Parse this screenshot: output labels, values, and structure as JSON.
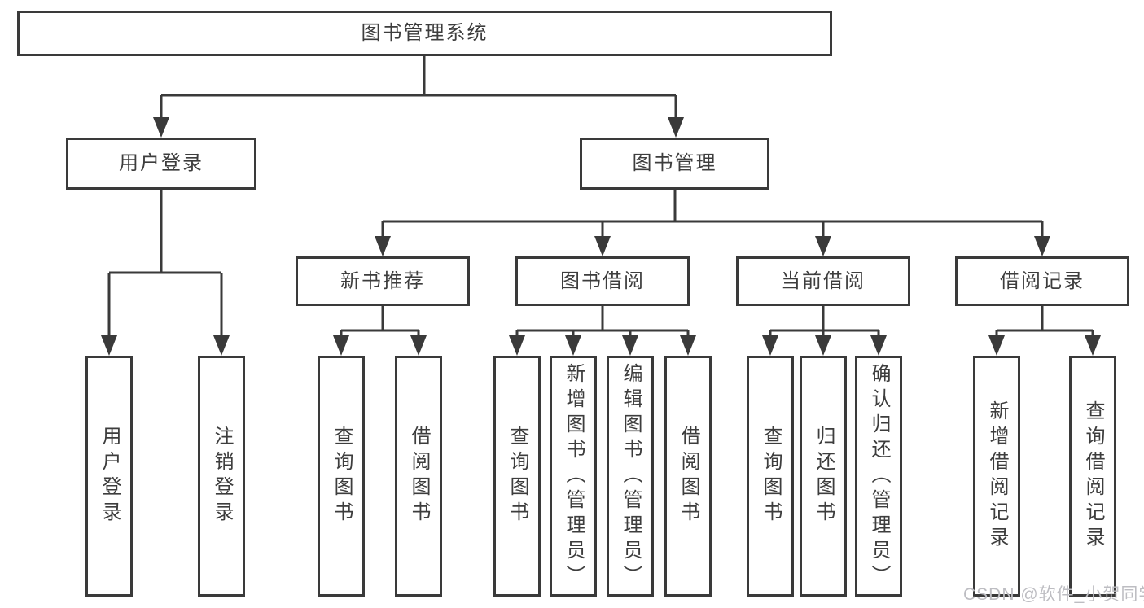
{
  "diagram_type": "function-structure-tree",
  "line_color": "#3a3a3a",
  "tree": {
    "label": "图书管理系统",
    "children": [
      {
        "label": "用户登录",
        "children": [
          {
            "label": "用户登录"
          },
          {
            "label": "注销登录"
          }
        ]
      },
      {
        "label": "图书管理",
        "children": [
          {
            "label": "新书推荐",
            "children": [
              {
                "label": "查询图书"
              },
              {
                "label": "借阅图书"
              }
            ]
          },
          {
            "label": "图书借阅",
            "children": [
              {
                "label": "查询图书"
              },
              {
                "label": "新增图书（管理员）"
              },
              {
                "label": "编辑图书（管理员）"
              },
              {
                "label": "借阅图书"
              }
            ]
          },
          {
            "label": "当前借阅",
            "children": [
              {
                "label": "查询图书"
              },
              {
                "label": "归还图书"
              },
              {
                "label": "确认归还（管理员）"
              }
            ]
          },
          {
            "label": "借阅记录",
            "children": [
              {
                "label": "新增借阅记录"
              },
              {
                "label": "查询借阅记录"
              }
            ]
          }
        ]
      }
    ]
  },
  "watermark": {
    "text": "CSDN @软件_小贺同学",
    "color": "#bdbdc2"
  }
}
